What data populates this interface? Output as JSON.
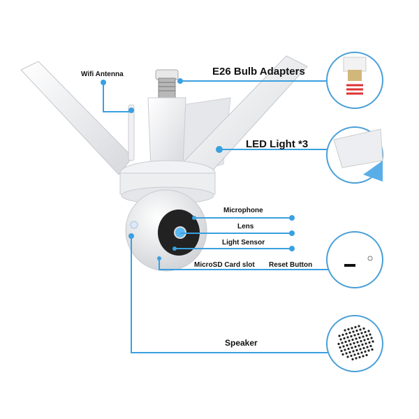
{
  "labels": {
    "wifi_antenna": "Wifi Antenna",
    "bulb_adapters": "E26 Bulb Adapters",
    "led_light": "LED Light *3",
    "microphone": "Microphone",
    "lens": "Lens",
    "light_sensor": "Light Sensor",
    "microsd": "MicroSD Card slot",
    "reset_button": "Reset Button",
    "speaker": "Speaker"
  },
  "colors": {
    "callout_line": "#3aa0e0",
    "detail_circle_border": "#4a9fd8"
  }
}
